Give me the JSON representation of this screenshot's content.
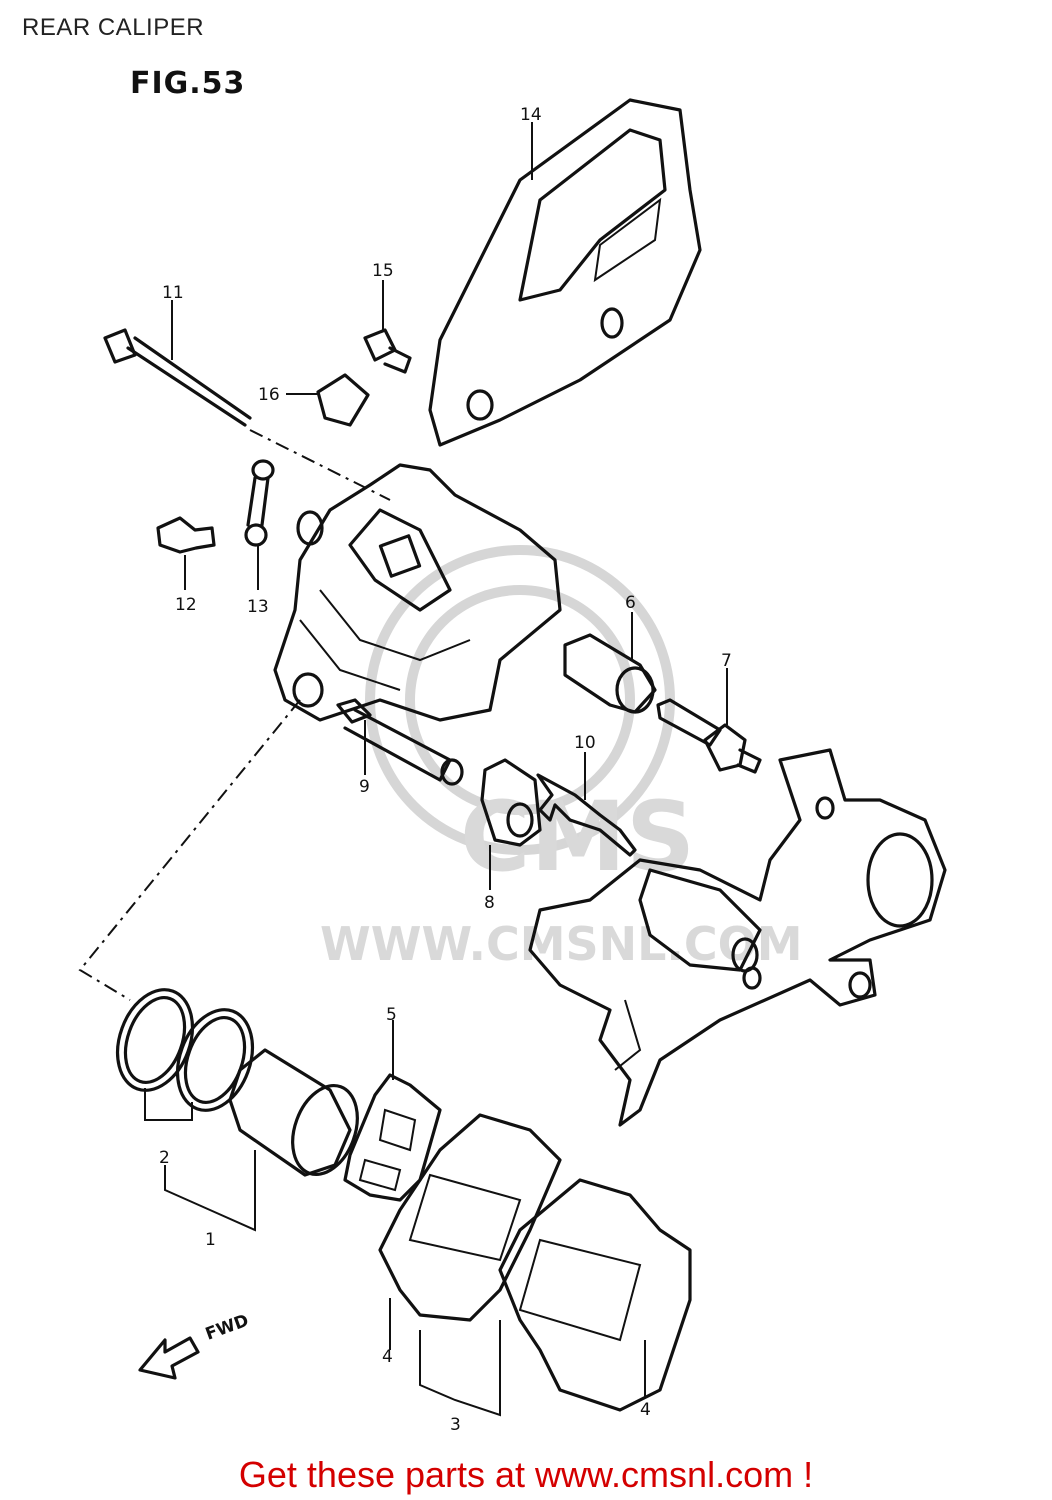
{
  "header": {
    "title": "REAR CALIPER"
  },
  "figure": {
    "label": "FIG.53"
  },
  "watermark": {
    "logo": "CMS",
    "url": "WWW.CMSNL.COM"
  },
  "direction_label": "FWD",
  "parts": [
    {
      "ref": "1"
    },
    {
      "ref": "2"
    },
    {
      "ref": "3"
    },
    {
      "ref": "4"
    },
    {
      "ref": "4"
    },
    {
      "ref": "5"
    },
    {
      "ref": "6"
    },
    {
      "ref": "7"
    },
    {
      "ref": "8"
    },
    {
      "ref": "9"
    },
    {
      "ref": "10"
    },
    {
      "ref": "11"
    },
    {
      "ref": "12"
    },
    {
      "ref": "13"
    },
    {
      "ref": "14"
    },
    {
      "ref": "15"
    },
    {
      "ref": "16"
    }
  ],
  "footer": {
    "text": "Get these parts at www.cmsnl.com !"
  }
}
